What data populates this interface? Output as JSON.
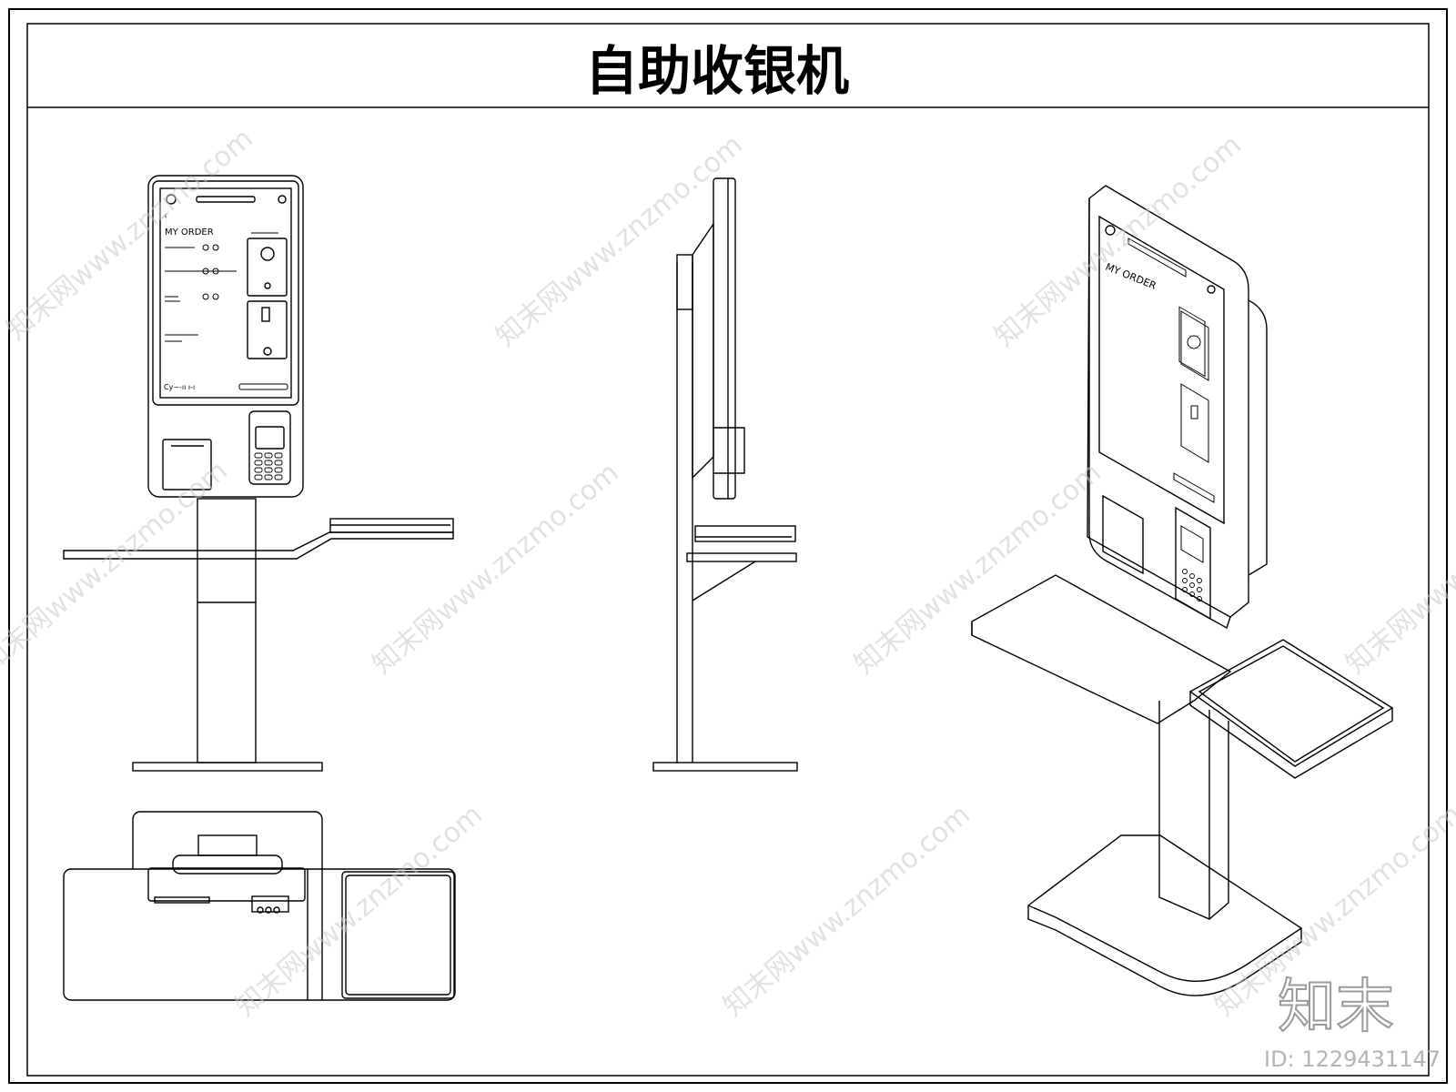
{
  "title": "自助收银机",
  "screen": {
    "order_heading": "MY ORDER",
    "back_symbol": "‹",
    "footer_text": "Cy~-ıı ı-ı"
  },
  "watermark": {
    "text": "知末网www.znzmo.com",
    "brand": "知末",
    "id_label": "ID: 1229431147"
  },
  "colors": {
    "line": "#000000",
    "paper": "#ffffff",
    "watermark": "#c8c8c8"
  }
}
